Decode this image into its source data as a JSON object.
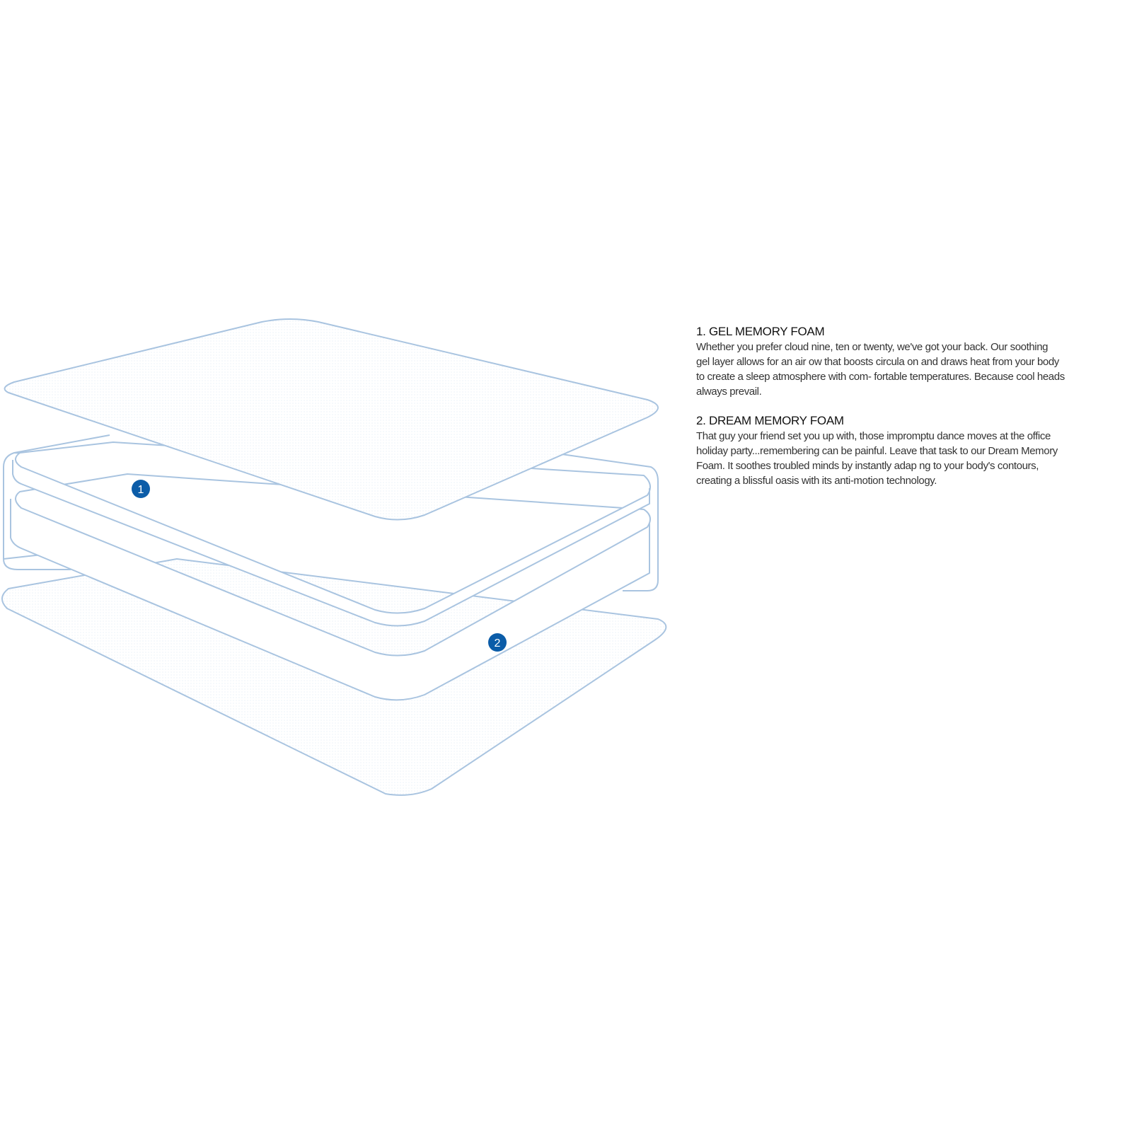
{
  "layers": [
    {
      "number": "1",
      "title": "1. GEL MEMORY FOAM",
      "lines": [
        "Whether you prefer cloud nine, ten or twenty, we've got your back. Our soothing",
        "gel layer allows for an air ow that boosts circula on and draws heat from your body",
        "to create a sleep atmosphere with com- fortable temperatures. Because cool heads",
        "always prevail."
      ]
    },
    {
      "number": "2",
      "title": "2. DREAM MEMORY FOAM",
      "lines": [
        "That guy your friend set you up with, those impromptu dance moves at the office",
        "holiday party...remembering can be painful. Leave that task to our Dream Memory",
        "Foam. It soothes troubled minds by instantly adap ng to your body's contours,",
        "creating a blissful oasis with its anti-motion technology."
      ]
    }
  ],
  "colors": {
    "outline": "#a9c4e0",
    "badge": "#0b5ca8",
    "text": "#333333"
  },
  "icons": [
    "numbered-badge-1",
    "numbered-badge-2"
  ]
}
